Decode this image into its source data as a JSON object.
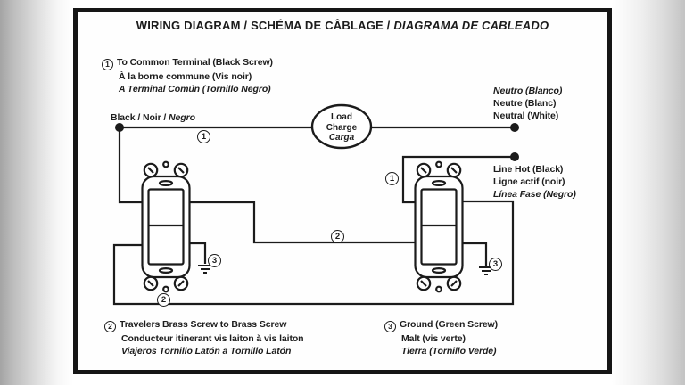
{
  "title": {
    "en": "WIRING DIAGRAM",
    "fr": "SCHÉMA DE CÂBLAGE",
    "es": "DIAGRAMA DE CABLEADO",
    "sep": " / "
  },
  "notes": {
    "common": {
      "num": "1",
      "en": "To Common Terminal (Black Screw)",
      "fr": "À la borne commune (Vis noir)",
      "es": "A Terminal Común (Tornillo Negro)"
    },
    "travelers": {
      "num": "2",
      "en": "Travelers Brass Screw to Brass Screw",
      "fr": "Conducteur itinerant vis laiton à vis laiton",
      "es": "Viajeros Tornillo Latón a Tornillo Latón"
    },
    "ground": {
      "num": "3",
      "en": "Ground (Green Screw)",
      "fr": "Malt (vis verte)",
      "es": "Tierra (Tornillo Verde)"
    }
  },
  "wire_labels": {
    "black": {
      "en": "Black",
      "fr": "Noir",
      "es": "Negro"
    },
    "neutral": {
      "es": "Neutro (Blanco)",
      "fr": "Neutre (Blanc)",
      "en": "Neutral (White)"
    },
    "line_hot": {
      "en": "Line Hot (Black)",
      "fr": "Ligne actif (noir)",
      "es": "Línea Fase (Negro)"
    }
  },
  "load": {
    "en": "Load",
    "fr": "Charge",
    "es": "Carga"
  },
  "colors": {
    "ink": "#1b1b1b",
    "paper": "#ffffff",
    "photo_edge": "#a4a4a4"
  }
}
